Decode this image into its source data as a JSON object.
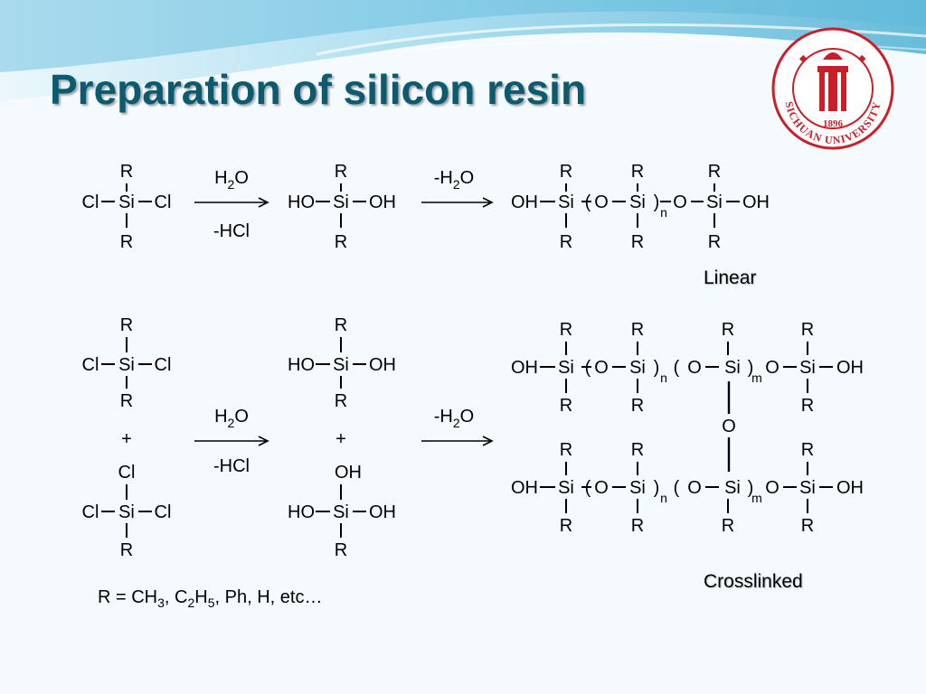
{
  "slide": {
    "title": "Preparation of silicon resin"
  },
  "atoms": {
    "R": "R",
    "Si": "Si",
    "Cl": "Cl",
    "HO": "HO",
    "OH": "OH",
    "O": "O",
    "n": "n",
    "m": "m",
    "plus": "+",
    "open": "(",
    "close": ")"
  },
  "reagents": {
    "water": "H2O",
    "water_main": "H",
    "water_sub": "2",
    "water_end": "O",
    "minus_water_main": "-H",
    "minus_water_sub": "2",
    "minus_water_end": "O",
    "hcl": "-HCl"
  },
  "labels": {
    "linear": "Linear",
    "crosslinked": "Crosslinked"
  },
  "r_definition": {
    "prefix": "R = CH",
    "ch3_sub": "3",
    "sep1": ", C",
    "c_sub": "2",
    "h": "H",
    "h_sub": "5",
    "rest": ", Ph, H, etc…"
  },
  "seal": {
    "text_top": "SICHUAN UNIVERSITY",
    "year": "1896",
    "colors": {
      "seal": "#c8202a"
    }
  },
  "colors": {
    "title": "#0b5a70",
    "background": "#f4fafd",
    "wave_dark": "#3aa7cf",
    "wave_light": "#a9dcef"
  }
}
